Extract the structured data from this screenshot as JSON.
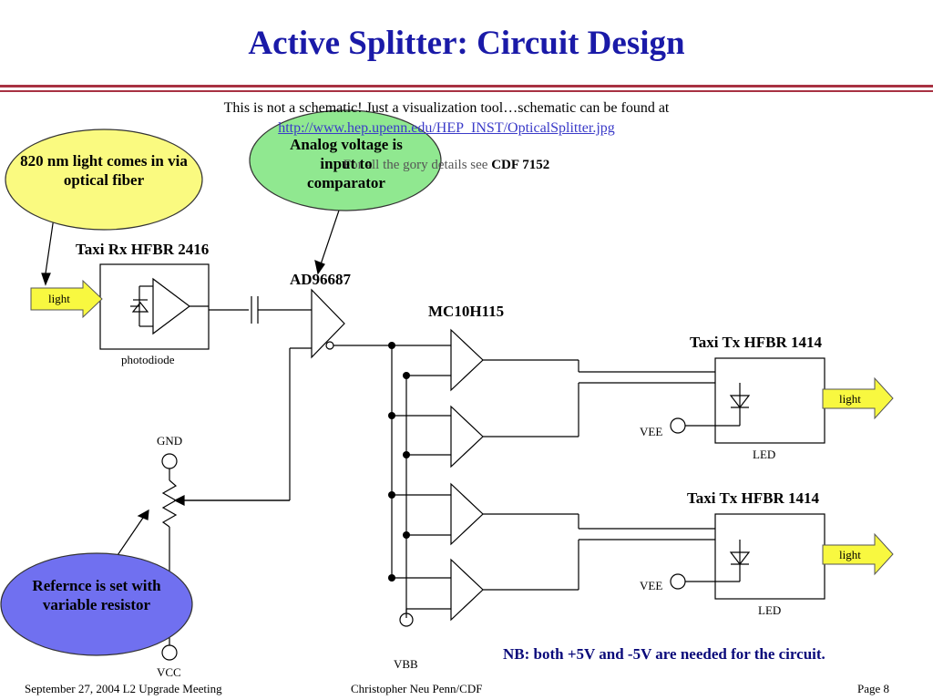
{
  "slide": {
    "title": "Active Splitter: Circuit Design",
    "note_line1": "This is not a schematic!  Just a visualization tool…schematic can be found at",
    "note_link": "http://www.hep.upenn.edu/HEP_INST/OpticalSplitter.jpg",
    "note_gory_prefix": "For all the gory details see ",
    "note_gory_ref": "CDF 7152",
    "nb": "NB: both +5V and -5V are needed for the circuit."
  },
  "callouts": {
    "fiber": "820 nm light comes in via optical fiber",
    "comparator": "Analog voltage is input to comparator",
    "reference": "Refernce is set with variable resistor"
  },
  "components": {
    "receiver_label": "Taxi Rx HFBR 2416",
    "photodiode_label": "photodiode",
    "comparator_label": "AD96687",
    "buffer_label": "MC10H115",
    "tx1_label": "Taxi Tx HFBR 1414",
    "tx2_label": "Taxi Tx HFBR 1414",
    "led1_label": "LED",
    "led2_label": "LED",
    "vee1_label": "VEE",
    "vee2_label": "VEE",
    "vbb_label": "VBB",
    "gnd_label": "GND",
    "vcc_label": "VCC",
    "light_in": "light",
    "light_out1": "light",
    "light_out2": "light"
  },
  "footer": {
    "left": "September 27, 2004  L2 Upgrade Meeting",
    "middle": "Christopher Neu  Penn/CDF",
    "right": "Page 8"
  },
  "colors": {
    "title": "#1a1aa8",
    "rule": "#a83242",
    "yellow_bubble": "#fafa80",
    "green_bubble": "#90e890",
    "blue_bubble": "#7070f0",
    "arrow_fill": "#f8f840"
  }
}
